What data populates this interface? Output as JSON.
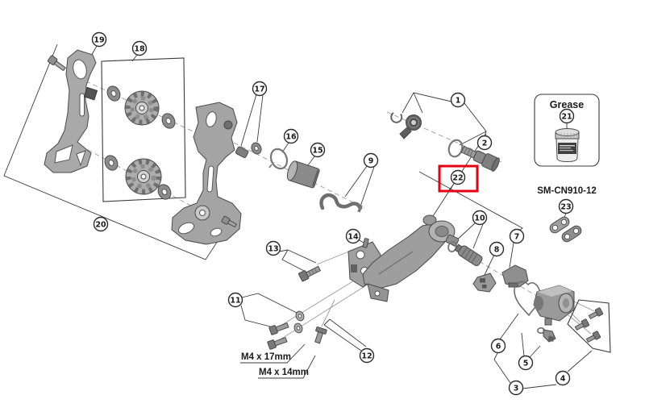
{
  "callouts": {
    "c1": "1",
    "c2": "2",
    "c3": "3",
    "c4": "4",
    "c5": "5",
    "c6": "6",
    "c7": "7",
    "c8": "8",
    "c9": "9",
    "c10": "10",
    "c11": "11",
    "c12": "12",
    "c13": "13",
    "c14": "14",
    "c15": "15",
    "c16": "16",
    "c17": "17",
    "c18": "18",
    "c19": "19",
    "c20": "20",
    "c21": "21",
    "c22": "22",
    "c23": "23"
  },
  "labels": {
    "grease": "Grease",
    "chain_model": "SM-CN910-12",
    "bolt_spec_17": "M4 x 17mm",
    "bolt_spec_14": "M4 x 14mm"
  },
  "highlight": {
    "part_number": "22",
    "color": "#e60012"
  },
  "colors": {
    "line": "#3a3a3a",
    "axis_line": "#9a9a9a",
    "part_fill": "#a9a9a9",
    "background": "#ffffff"
  }
}
